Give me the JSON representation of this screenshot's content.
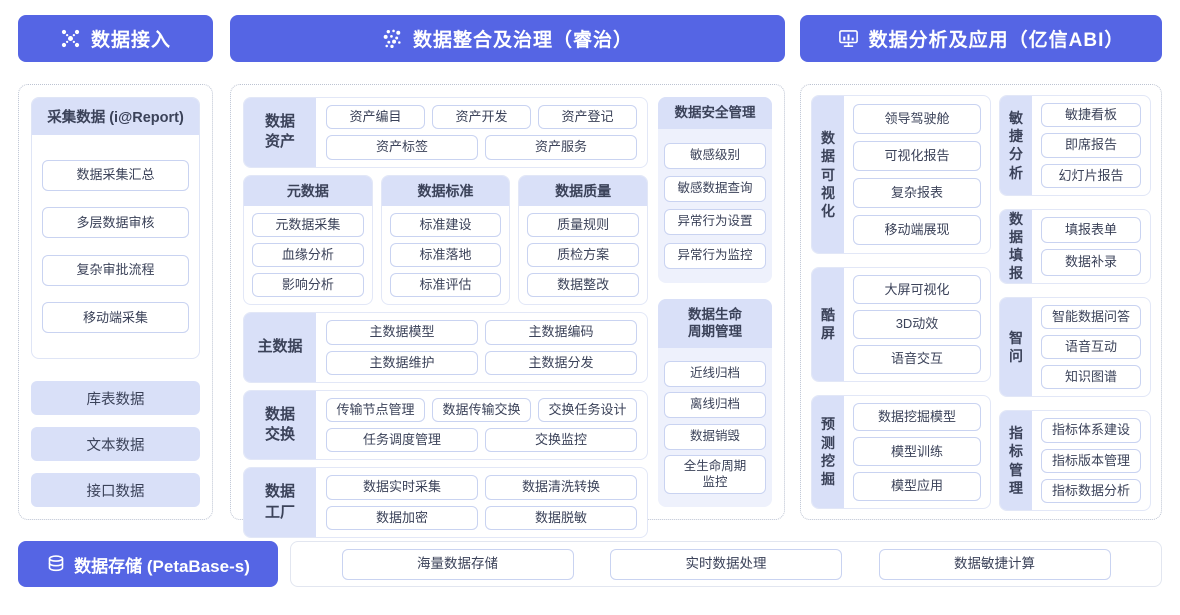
{
  "colors": {
    "primary": "#5565e4",
    "tint_label": "#d9e0f8",
    "tint_body": "#eef1fc",
    "chip_border": "#c9d3f1",
    "text": "#3b4259"
  },
  "access": {
    "title": "数据接入",
    "collect": {
      "title": "采集数据 (i@Report)",
      "items": [
        "数据采集汇总",
        "多层数据审核",
        "复杂审批流程",
        "移动端采集"
      ]
    },
    "sources": [
      "库表数据",
      "文本数据",
      "接口数据"
    ]
  },
  "governance": {
    "title": "数据整合及治理（睿治）",
    "asset": {
      "label": [
        "数据",
        "资产"
      ],
      "rows": [
        [
          "资产编目",
          "资产开发",
          "资产登记"
        ],
        [
          "资产标签",
          "资产服务"
        ]
      ]
    },
    "trio": [
      {
        "title": "元数据",
        "items": [
          "元数据采集",
          "血缘分析",
          "影响分析"
        ]
      },
      {
        "title": "数据标准",
        "items": [
          "标准建设",
          "标准落地",
          "标准评估"
        ]
      },
      {
        "title": "数据质量",
        "items": [
          "质量规则",
          "质检方案",
          "数据整改"
        ]
      }
    ],
    "master": {
      "label": [
        "主数据"
      ],
      "rows": [
        [
          "主数据模型",
          "主数据编码"
        ],
        [
          "主数据维护",
          "主数据分发"
        ]
      ]
    },
    "exchange": {
      "label": [
        "数据",
        "交换"
      ],
      "rows": [
        [
          "传输节点管理",
          "数据传输交换",
          "交换任务设计"
        ],
        [
          "任务调度管理",
          "交换监控"
        ]
      ]
    },
    "factory": {
      "label": [
        "数据",
        "工厂"
      ],
      "rows": [
        [
          "数据实时采集",
          "数据清洗转换"
        ],
        [
          "数据加密",
          "数据脱敏"
        ]
      ]
    },
    "security": {
      "title": [
        "数据安全管理"
      ],
      "items": [
        "敏感级别",
        "敏感数据查询",
        "异常行为设置",
        "异常行为监控"
      ]
    },
    "lifecycle": {
      "title": [
        "数据生命",
        "周期管理"
      ],
      "items": [
        "近线归档",
        "离线归档",
        "数据销毁",
        "全生命周期\n监控"
      ]
    }
  },
  "analysis": {
    "title": "数据分析及应用（亿信ABI）",
    "left": [
      {
        "label": [
          "数",
          "据",
          "可",
          "视",
          "化"
        ],
        "items": [
          "领导驾驶舱",
          "可视化报告",
          "复杂报表",
          "移动端展现"
        ]
      },
      {
        "label": [
          "酷",
          "屏"
        ],
        "items": [
          "大屏可视化",
          "3D动效",
          "语音交互"
        ]
      },
      {
        "label": [
          "预",
          "测",
          "挖",
          "掘"
        ],
        "items": [
          "数据挖掘模型",
          "模型训练",
          "模型应用"
        ]
      }
    ],
    "right": [
      {
        "label": [
          "敏",
          "捷",
          "分",
          "析"
        ],
        "items": [
          "敏捷看板",
          "即席报告",
          "幻灯片报告"
        ]
      },
      {
        "label": [
          "数",
          "据",
          "填",
          "报"
        ],
        "items": [
          "填报表单",
          "数据补录"
        ]
      },
      {
        "label": [
          "智",
          "问"
        ],
        "items": [
          "智能数据问答",
          "语音互动",
          "知识图谱"
        ]
      },
      {
        "label": [
          "指",
          "标",
          "管",
          "理"
        ],
        "items": [
          "指标体系建设",
          "指标版本管理",
          "指标数据分析"
        ]
      }
    ]
  },
  "storage": {
    "title": "数据存储 (PetaBase-s)"
  },
  "compute": {
    "items": [
      "海量数据存储",
      "实时数据处理",
      "数据敏捷计算"
    ]
  }
}
